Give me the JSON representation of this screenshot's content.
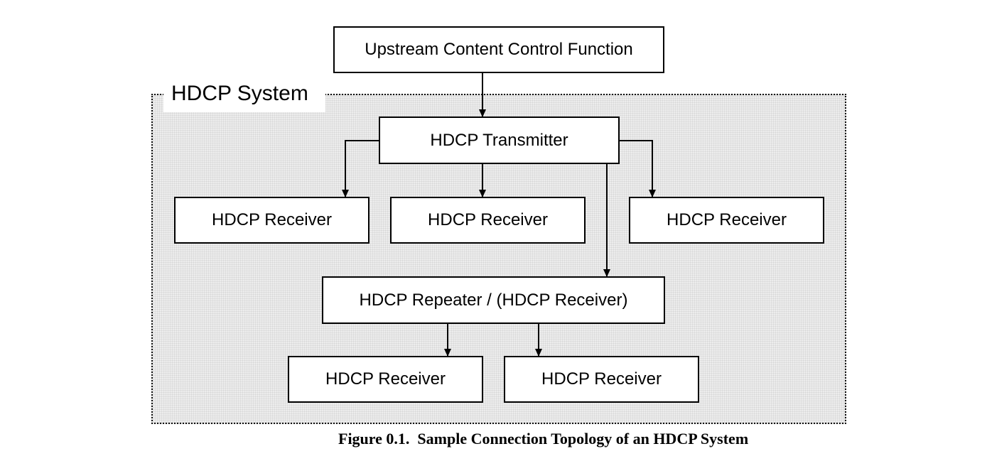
{
  "diagram": {
    "system_label": "HDCP System",
    "upstream": "Upstream Content Control Function",
    "transmitter": "HDCP Transmitter",
    "receivers_top": [
      "HDCP Receiver",
      "HDCP Receiver",
      "HDCP Receiver"
    ],
    "repeater": "HDCP Repeater / (HDCP Receiver)",
    "receivers_bottom": [
      "HDCP Receiver",
      "HDCP Receiver"
    ],
    "line_color": "#000000",
    "area_fill": "#ededed"
  },
  "caption": "Figure 0.1.  Sample Connection Topology of an HDCP System"
}
